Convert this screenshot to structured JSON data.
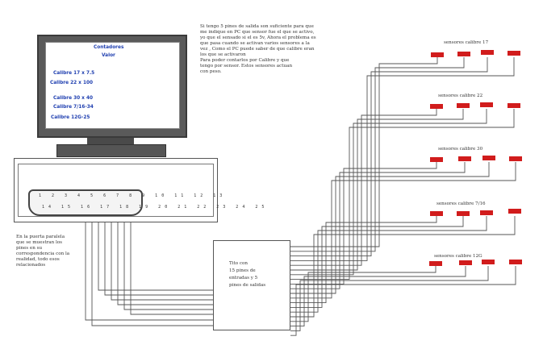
{
  "monitor": {
    "title_lines": [
      "Contadores",
      "Valor"
    ],
    "counter_rows": [
      "Calibre 17   x 7.5",
      "Calibre 22   x 100",
      "Calibre 30   x 40",
      "Calibre 7/16-34",
      "Calibre 12G-25"
    ]
  },
  "parallel_port": {
    "pins_top": "1 2 3 4 5 6 7 8 9 10 11 12 13",
    "pins_bottom": "14 15 16 17 18 19 20 21 22 23 24 25"
  },
  "top_note": {
    "lines": [
      "Si tengo 5 pines de salida son suficiente para que",
      "me indique en PC que sensor fue el que se activo,",
      "yo que el sensado si el es 5v, Ahora el problema es",
      "que pasa cuando se activan varios sensores a la",
      "vez , Como el PC puede saber de que calibre eran",
      "los que se activaron",
      "Para poder contarlos por Calibre y que",
      "tengo por sensor. Estos sensores actuan",
      "con peso."
    ]
  },
  "left_note": {
    "lines": [
      "En la puerta paralela",
      "que se muestran los",
      "pines en su",
      "correspondencia con la",
      "realidad, todo esos",
      "relacionados"
    ]
  },
  "controller": {
    "lines": [
      "Tito con",
      "15 pines de",
      "entradas y 5",
      "pines de salidas"
    ]
  },
  "sensor_groups": [
    {
      "label": "sensores calibre 17"
    },
    {
      "label": "sensores calibre 22"
    },
    {
      "label": "sensores calibre 30"
    },
    {
      "label": "sensores calibre 7/16"
    },
    {
      "label": "sensores calibre 12G"
    }
  ],
  "colors": {
    "sensor": "#d11c1c",
    "screen_text": "#1f3fb0",
    "wire": "#555555",
    "monitor_frame": "#5a5a5a"
  }
}
